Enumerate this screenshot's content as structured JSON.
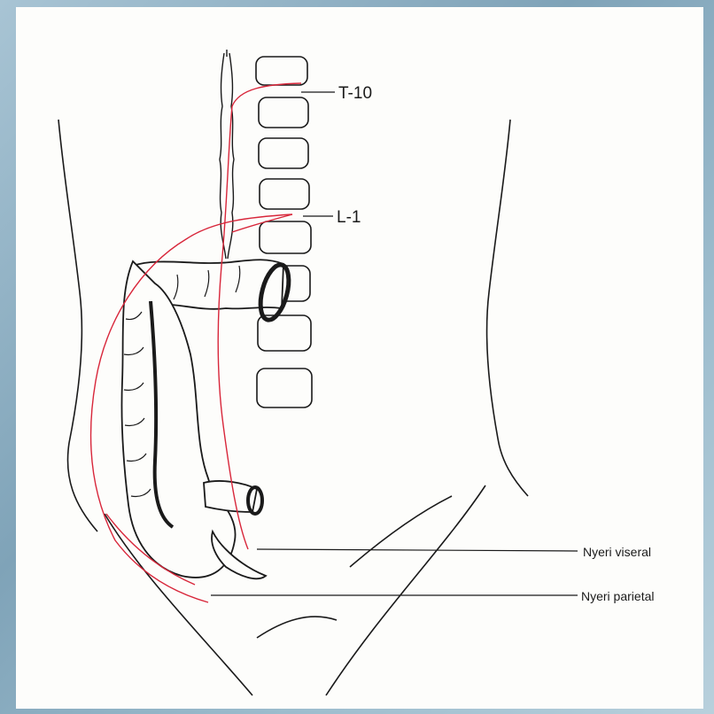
{
  "labels": {
    "t10": "T-10",
    "l1": "L-1",
    "visceral": "Nyeri viseral",
    "parietal": "Nyeri parietal"
  },
  "colors": {
    "nerve_red": "#d8263a",
    "ink": "#1a1a1a",
    "paper": "#fdfdfb"
  }
}
